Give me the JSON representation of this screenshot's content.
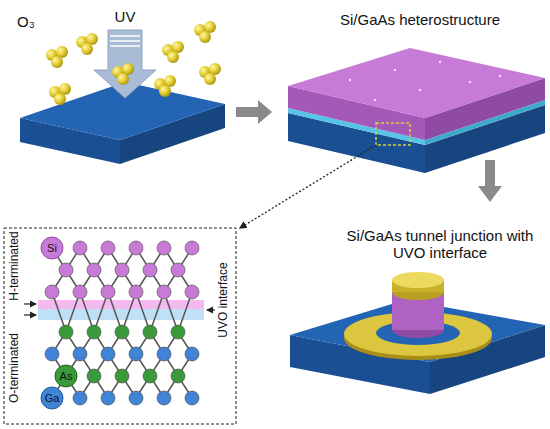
{
  "diagram": {
    "labels": [
      "UV",
      "O₃",
      "Si/GaAs heterostructure",
      "Si/GaAs tunnel junction with UVO interface",
      "Si",
      "H-terminated",
      "O-terminated",
      "UVO interface",
      "As",
      "Ga"
    ]
  }
}
